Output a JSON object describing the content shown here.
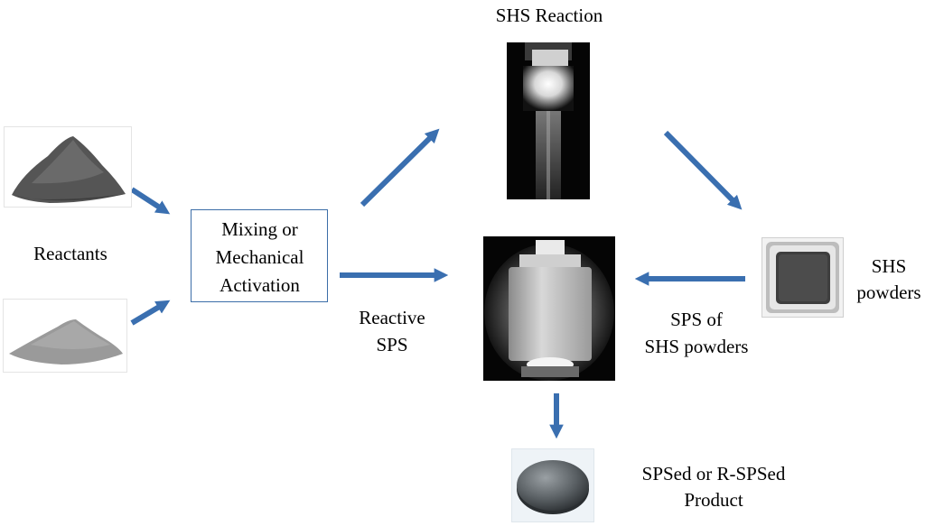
{
  "labels": {
    "shs_reaction": "SHS Reaction",
    "reactants": "Reactants",
    "mixing_line1": "Mixing or",
    "mixing_line2": "Mechanical",
    "mixing_line3": "Activation",
    "reactive_line1": "Reactive",
    "reactive_line2": "SPS",
    "sps_of_line1": "SPS of",
    "sps_of_line2": "SHS powders",
    "shs_powders_line1": "SHS",
    "shs_powders_line2": "powders",
    "product_line1": "SPSed or R-SPSed",
    "product_line2": "Product"
  },
  "colors": {
    "arrow": "#3a6fb0",
    "box_border": "#3c6ea8"
  }
}
